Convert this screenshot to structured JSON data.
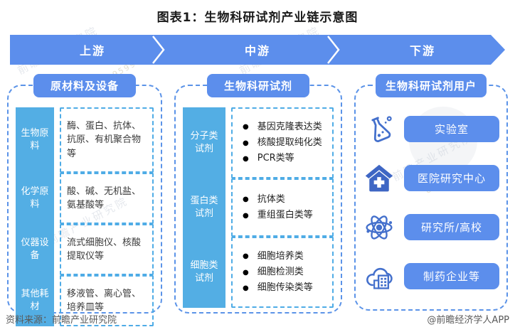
{
  "title": "图表1：生物科研试剂产业链示意图",
  "flow": {
    "stages": [
      {
        "label": "上游"
      },
      {
        "label": "中游"
      },
      {
        "label": "下游"
      }
    ]
  },
  "columns": [
    {
      "header": "原材料及设备",
      "rows": [
        {
          "label": "生物原料",
          "text": "酶、蛋白、抗体、抗原、有机聚合物等"
        },
        {
          "label": "化学原料",
          "text": "酸、碱、无机盐、氨基酸等"
        },
        {
          "label": "仪器设备",
          "text": "流式细胞仪、核酸提取仪等"
        },
        {
          "label": "其他耗材",
          "text": "移液管、离心管、培养皿等"
        }
      ]
    },
    {
      "header": "生物科研试剂",
      "rows": [
        {
          "label": "分子类试剂",
          "bullets": [
            "基因克隆表达类",
            "核酸提取纯化类",
            "PCR类等"
          ]
        },
        {
          "label": "蛋白类试剂",
          "bullets": [
            "抗体类",
            "重组蛋白类等"
          ]
        },
        {
          "label": "细胞类试剂",
          "bullets": [
            "细胞培养类",
            "细胞检测类",
            "细胞传染类等"
          ]
        }
      ]
    },
    {
      "header": "生物科研试剂用户",
      "users": [
        {
          "icon": "flask-icon",
          "label": "实验室"
        },
        {
          "icon": "hospital-icon",
          "label": "医院研究中心"
        },
        {
          "icon": "atom-icon",
          "label": "研究所/高校"
        },
        {
          "icon": "cloud-building-icon",
          "label": "制药企业等"
        }
      ]
    }
  ],
  "footer": {
    "source": "资料来源：前瞻产业研究院",
    "credit": "@前瞻经济学人APP"
  },
  "watermark": {
    "text": "前瞻产业研究院",
    "number": "839599"
  },
  "colors": {
    "primary_blue": "#5c8eec",
    "category_blue": "#53aee4",
    "dashed_outer": "#5b93e8",
    "dashed_inner": "#4face6",
    "icon_blue": "#4470cc",
    "text_dark": "#3b3b3b",
    "footer_gray": "#595959"
  }
}
